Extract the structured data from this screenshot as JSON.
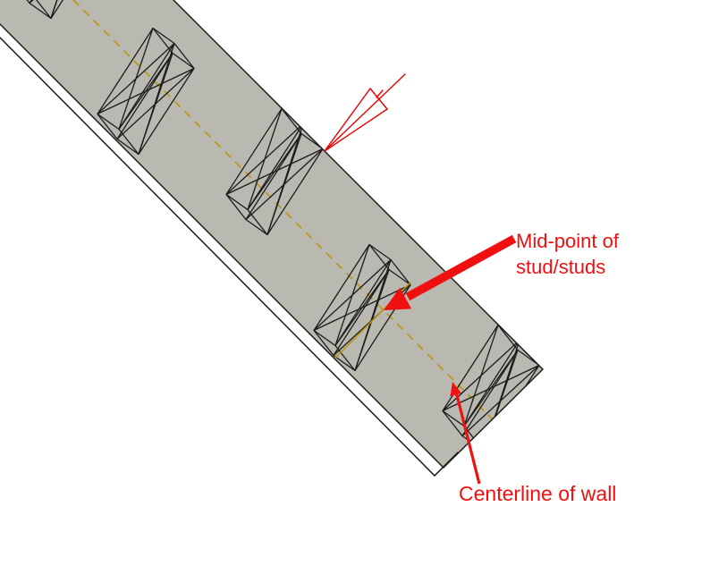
{
  "scene": {
    "description": "3D CAD view of a wall bottom plate with staggered cross-braced studs",
    "stud_count": 5,
    "wall_angle_deg": 45,
    "centerline_style": "dashed",
    "stud_axis_guide_style": "solid"
  },
  "annotations": {
    "midpoint_label": {
      "line1": "Mid-point of",
      "line2": "stud/studs"
    },
    "centerline_label": {
      "text": "Centerline of wall"
    }
  },
  "icons": {
    "pencil_cursor": "pencil-draw-cursor"
  },
  "colors": {
    "wall_fill": "#b9b9b1",
    "edge_black": "#1c1c1c",
    "centerline_yellow": "#bb960b",
    "annotation_red": "#f01010",
    "cursor_red": "#e80000",
    "canvas_bg": "#ffffff"
  }
}
